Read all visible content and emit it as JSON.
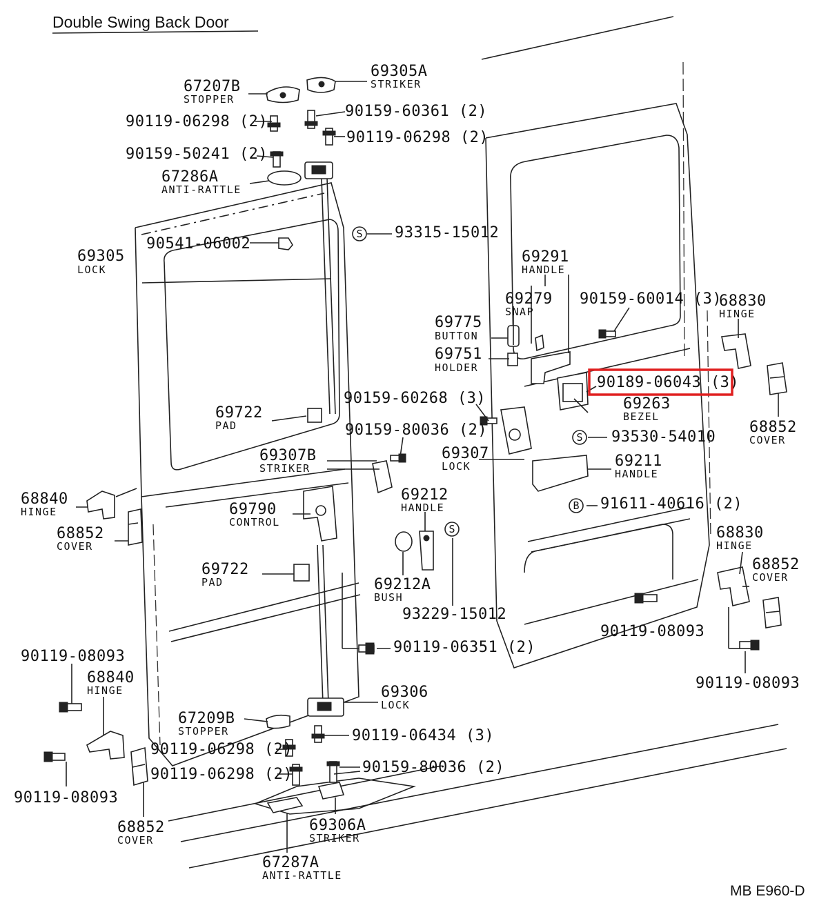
{
  "diagram": {
    "title": "Double Swing Back Door",
    "ref_code": "MB E960-D",
    "highlight_color": "#e02020",
    "highlighted_part": "90189-06043 (3)",
    "callouts": [
      {
        "num": "67207B",
        "name": "STOPPER"
      },
      {
        "num": "69305A",
        "name": "STRIKER"
      },
      {
        "num": "90119-06298 (2)",
        "name": ""
      },
      {
        "num": "90159-60361 (2)",
        "name": ""
      },
      {
        "num": "90119-06298 (2)",
        "name": ""
      },
      {
        "num": "90159-50241 (2)",
        "name": ""
      },
      {
        "num": "67286A",
        "name": "ANTI-RATTLE"
      },
      {
        "num": "93315-15012",
        "name": "",
        "symbol": "S"
      },
      {
        "num": "69305",
        "name": "LOCK"
      },
      {
        "num": "90541-06002",
        "name": ""
      },
      {
        "num": "69291",
        "name": "HANDLE"
      },
      {
        "num": "69279",
        "name": "SNAP"
      },
      {
        "num": "90159-60014 (3)",
        "name": ""
      },
      {
        "num": "68830",
        "name": "HINGE"
      },
      {
        "num": "69775",
        "name": "BUTTON"
      },
      {
        "num": "69751",
        "name": "HOLDER"
      },
      {
        "num": "90189-06043 (3)",
        "name": ""
      },
      {
        "num": "69263",
        "name": "BEZEL"
      },
      {
        "num": "68852",
        "name": "COVER"
      },
      {
        "num": "90159-60268 (3)",
        "name": ""
      },
      {
        "num": "69722",
        "name": "PAD"
      },
      {
        "num": "90159-80036 (2)",
        "name": ""
      },
      {
        "num": "93530-54010",
        "name": "",
        "symbol": "S"
      },
      {
        "num": "69307B",
        "name": "STRIKER"
      },
      {
        "num": "69307",
        "name": "LOCK"
      },
      {
        "num": "69211",
        "name": "HANDLE"
      },
      {
        "num": "68840",
        "name": "HINGE"
      },
      {
        "num": "69212",
        "name": "HANDLE"
      },
      {
        "num": "91611-40616 (2)",
        "name": "",
        "symbol": "B"
      },
      {
        "num": "69790",
        "name": "CONTROL"
      },
      {
        "num": "68852",
        "name": "COVER"
      },
      {
        "num": "68830",
        "name": "HINGE"
      },
      {
        "num": "68852",
        "name": "COVER"
      },
      {
        "num": "69722",
        "name": "PAD"
      },
      {
        "num": "69212A",
        "name": "BUSH"
      },
      {
        "num": "93229-15012",
        "name": "",
        "symbol": "S"
      },
      {
        "num": "90119-08093",
        "name": ""
      },
      {
        "num": "90119-08093",
        "name": ""
      },
      {
        "num": "68840",
        "name": "HINGE"
      },
      {
        "num": "90119-06351 (2)",
        "name": ""
      },
      {
        "num": "69306",
        "name": "LOCK"
      },
      {
        "num": "90119-08093",
        "name": ""
      },
      {
        "num": "67209B",
        "name": "STOPPER"
      },
      {
        "num": "90119-06434 (3)",
        "name": ""
      },
      {
        "num": "90119-06298 (2)",
        "name": ""
      },
      {
        "num": "90119-06298 (2)",
        "name": ""
      },
      {
        "num": "90159-80036 (2)",
        "name": ""
      },
      {
        "num": "90119-08093",
        "name": ""
      },
      {
        "num": "68852",
        "name": "COVER"
      },
      {
        "num": "69306A",
        "name": "STRIKER"
      },
      {
        "num": "67287A",
        "name": "ANTI-RATTLE"
      }
    ]
  }
}
